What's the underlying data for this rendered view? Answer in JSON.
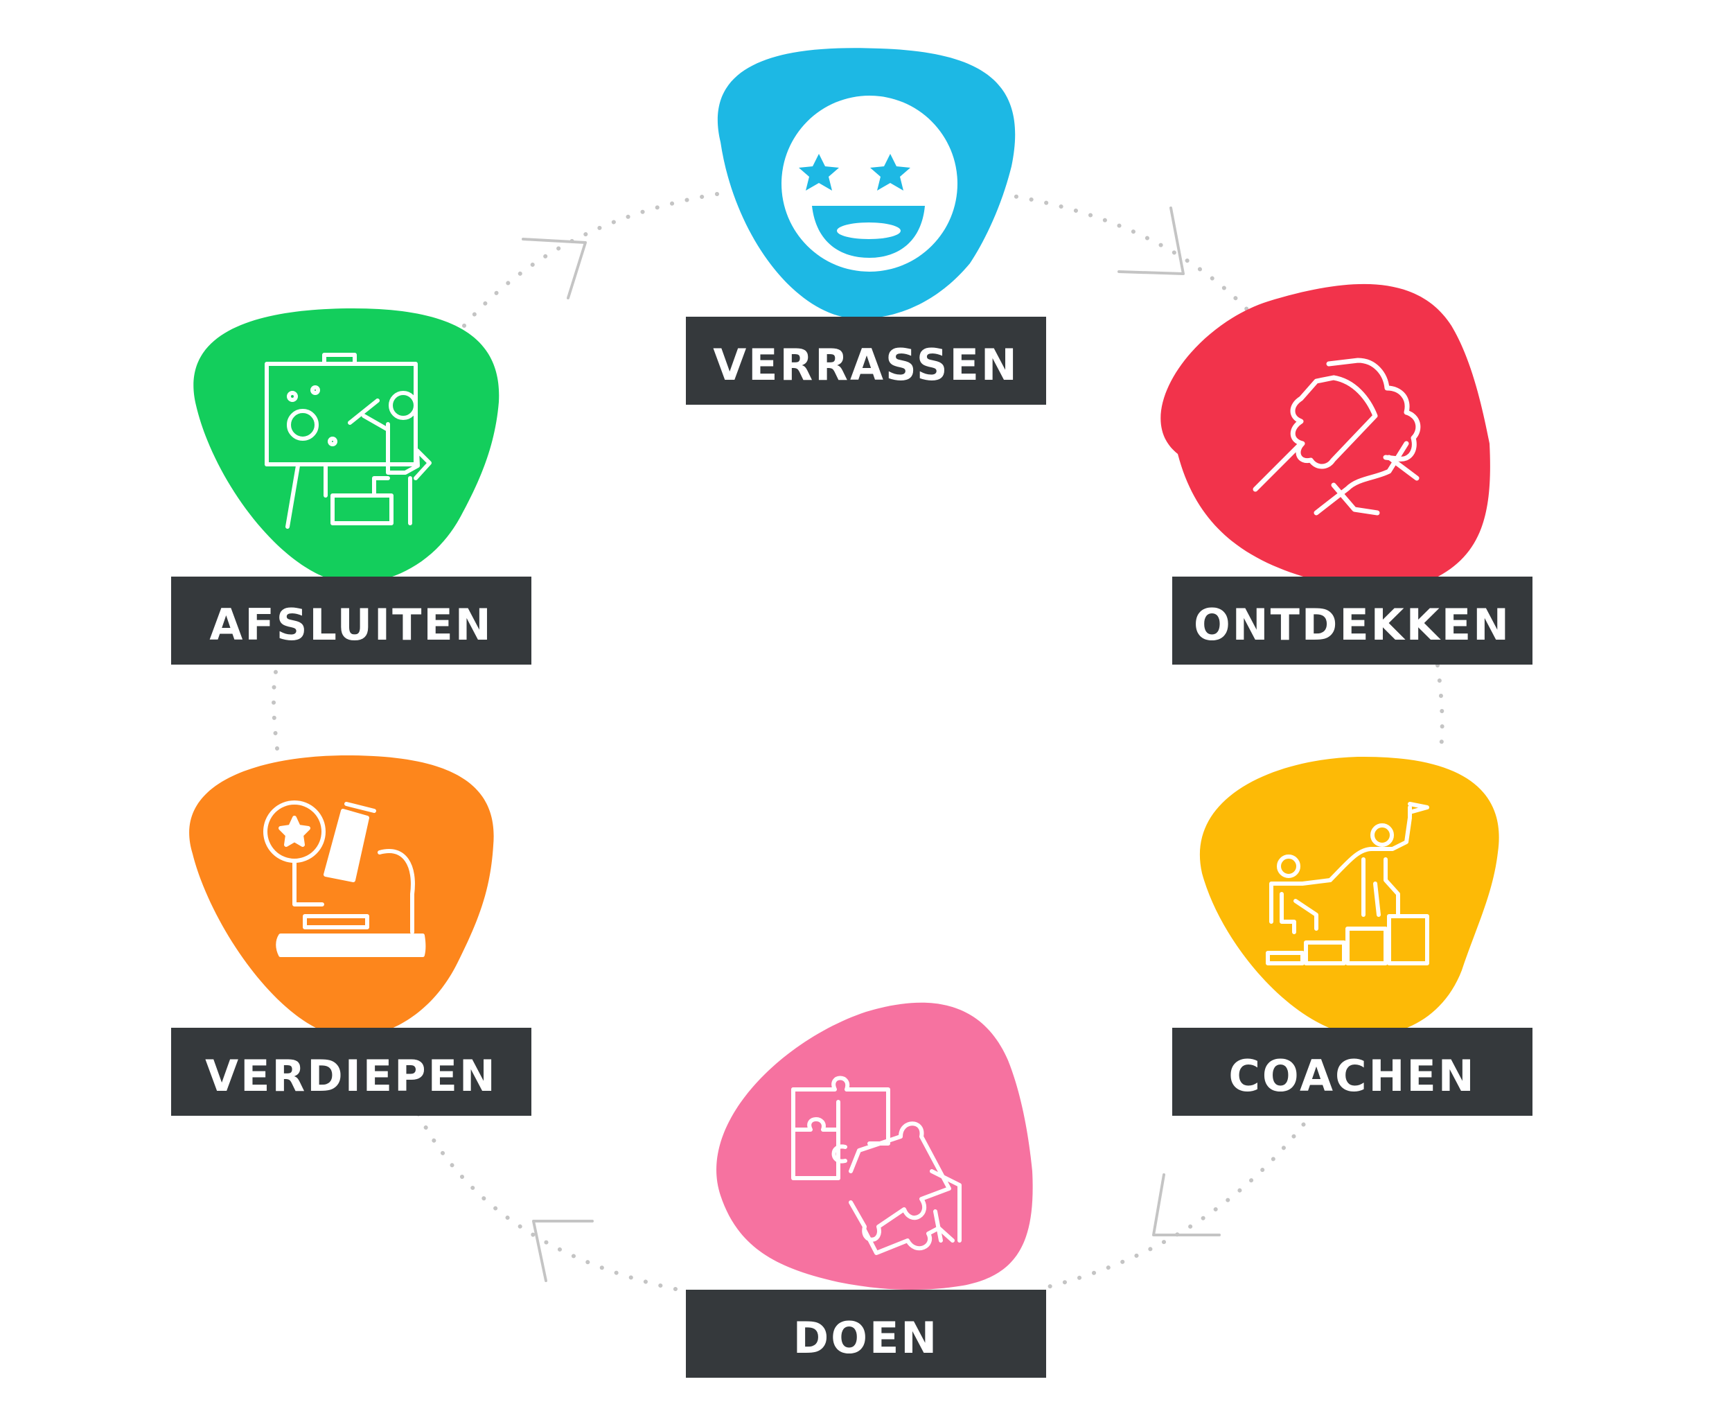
{
  "diagram": {
    "type": "cycle",
    "direction": "clockwise",
    "label_color": "#35393c",
    "label_text_color": "#ffffff",
    "connector_color": "#c4c4c4",
    "steps": [
      {
        "id": "verrassen",
        "label": "VERRASSEN",
        "color": "#1db8e4",
        "icon": "star-eyes-smiley-icon"
      },
      {
        "id": "ontdekken",
        "label": "ONTDEKKEN",
        "color": "#f2334b",
        "icon": "arm-wrestling-hands-icon"
      },
      {
        "id": "coachen",
        "label": "COACHEN",
        "color": "#fdba06",
        "icon": "helping-up-stairs-icon"
      },
      {
        "id": "doen",
        "label": "DOEN",
        "color": "#f672a0",
        "icon": "puzzle-pieces-icon"
      },
      {
        "id": "verdiepen",
        "label": "VERDIEPEN",
        "color": "#fd861c",
        "icon": "microscope-icon"
      },
      {
        "id": "afsluiten",
        "label": "AFSLUITEN",
        "color": "#13ce5c",
        "icon": "presentation-board-icon"
      }
    ]
  }
}
